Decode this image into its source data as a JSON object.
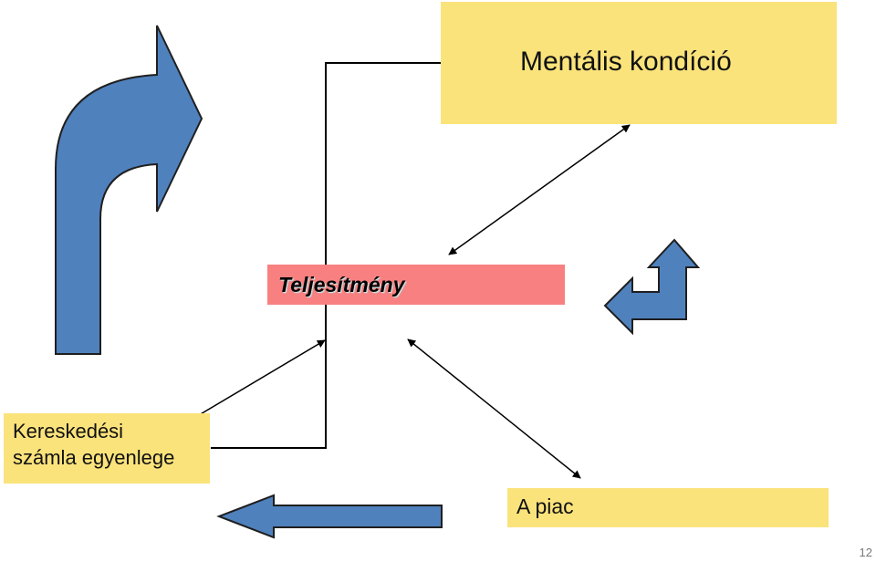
{
  "boxes": {
    "mental": "Mentális kondíció",
    "performance": "Teljesítmény",
    "account_line1": "Kereskedési",
    "account_line2": "számla egyenlege",
    "market": "A piac"
  },
  "page_number": "12",
  "colors": {
    "yellow_box": "#fbe37c",
    "red_box": "#f98080",
    "arrow_fill": "#4f81bd",
    "line": "#000000"
  },
  "icons": [
    "curved-up-right-arrow",
    "bent-arrow",
    "left-arrow",
    "double-headed-arrow"
  ]
}
